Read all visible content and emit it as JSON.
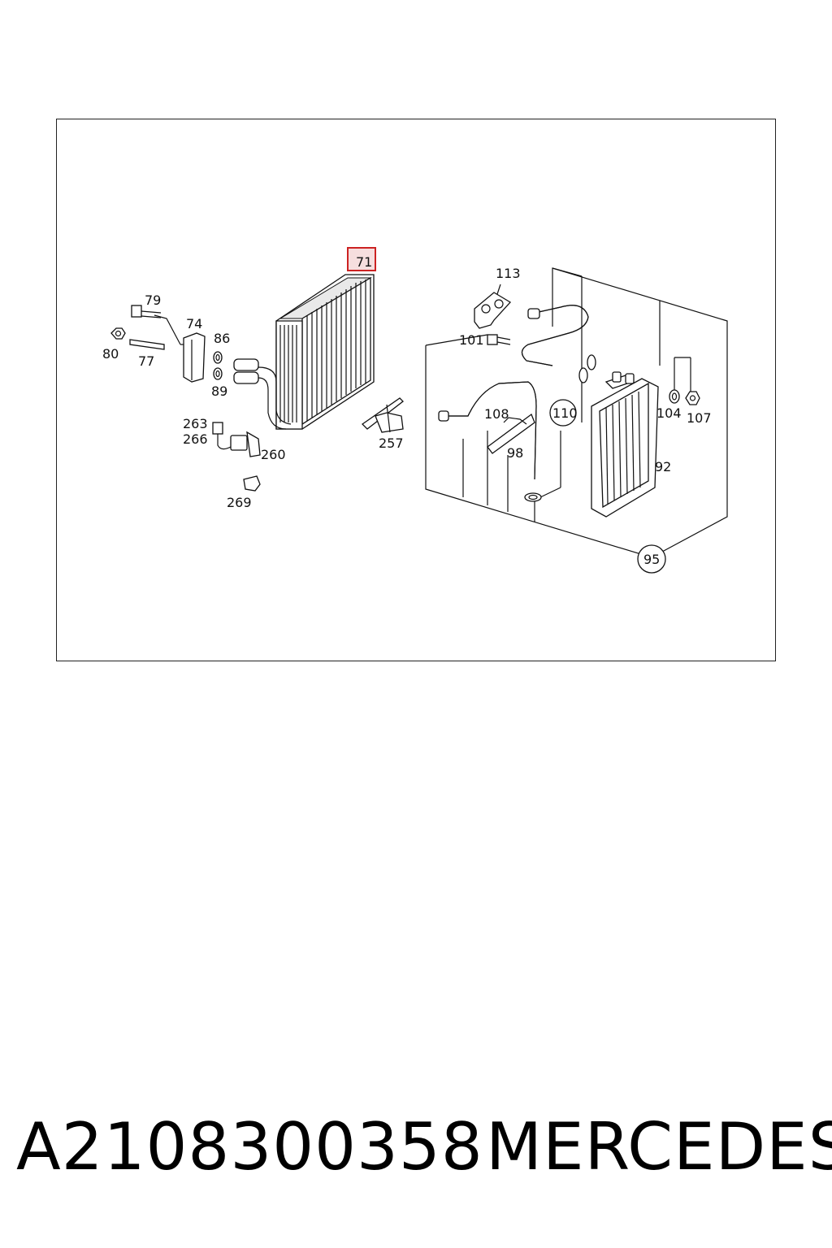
{
  "diagram": {
    "highlight_color": "#cc2222",
    "highlighted_part": "71",
    "callouts": {
      "c71": "71",
      "c79": "79",
      "c74": "74",
      "c80": "80",
      "c77": "77",
      "c86": "86",
      "c89": "89",
      "c263": "263",
      "c266": "266",
      "c260": "260",
      "c269": "269",
      "c257": "257",
      "c113": "113",
      "c101": "101",
      "c108": "108",
      "c110": "110",
      "c98": "98",
      "c104": "104",
      "c107": "107",
      "c92": "92",
      "c95": "95"
    }
  },
  "footer": {
    "part_number": "A2108300358",
    "brand": "MERCEDES"
  }
}
